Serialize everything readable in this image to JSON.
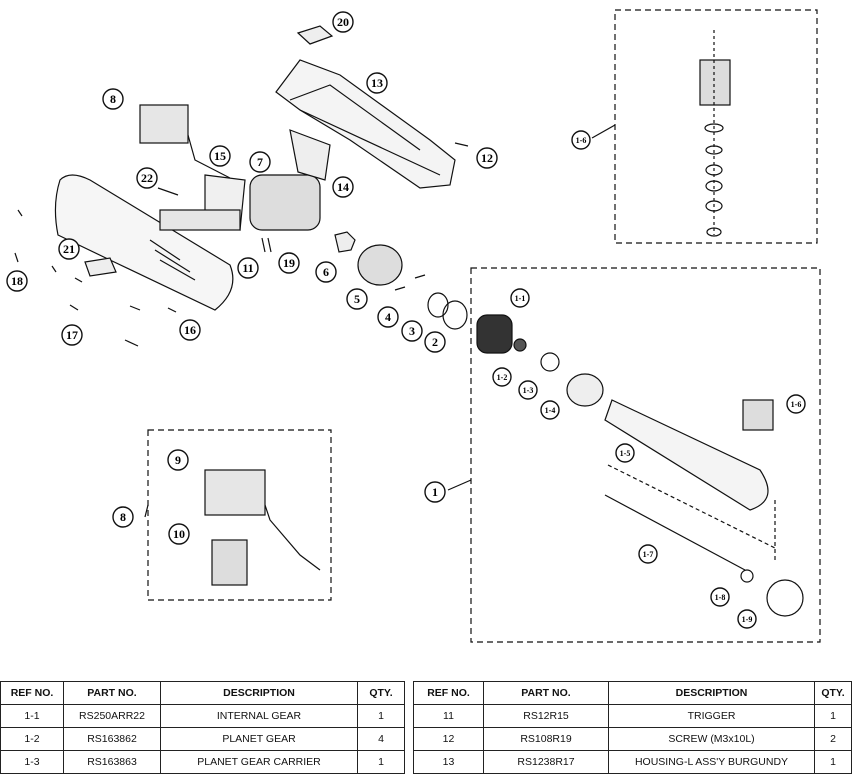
{
  "callouts": [
    "20",
    "13",
    "8",
    "12",
    "15",
    "7",
    "22",
    "14",
    "1-6",
    "11",
    "19",
    "6",
    "21",
    "18",
    "5",
    "4",
    "3",
    "2",
    "1-1",
    "17",
    "16",
    "1-2",
    "1-3",
    "1-4",
    "1-6",
    "1-5",
    "9",
    "1",
    "8",
    "10",
    "1-7",
    "1-8",
    "1-9"
  ],
  "table_left": {
    "headers": [
      "REF NO.",
      "PART NO.",
      "DESCRIPTION",
      "QTY."
    ],
    "rows": [
      [
        "1-1",
        "RS250ARR22",
        "INTERNAL GEAR",
        "1"
      ],
      [
        "1-2",
        "RS163862",
        "PLANET GEAR",
        "4"
      ],
      [
        "1-3",
        "RS163863",
        "PLANET GEAR CARRIER",
        "1"
      ]
    ]
  },
  "table_right": {
    "headers": [
      "REF NO.",
      "PART NO.",
      "DESCRIPTION",
      "QTY."
    ],
    "rows": [
      [
        "11",
        "RS12R15",
        "TRIGGER",
        "1"
      ],
      [
        "12",
        "RS108R19",
        "SCREW (M3x10L)",
        "2"
      ],
      [
        "13",
        "RS1238R17",
        "HOUSING-L ASS'Y BURGUNDY",
        "1"
      ]
    ]
  }
}
